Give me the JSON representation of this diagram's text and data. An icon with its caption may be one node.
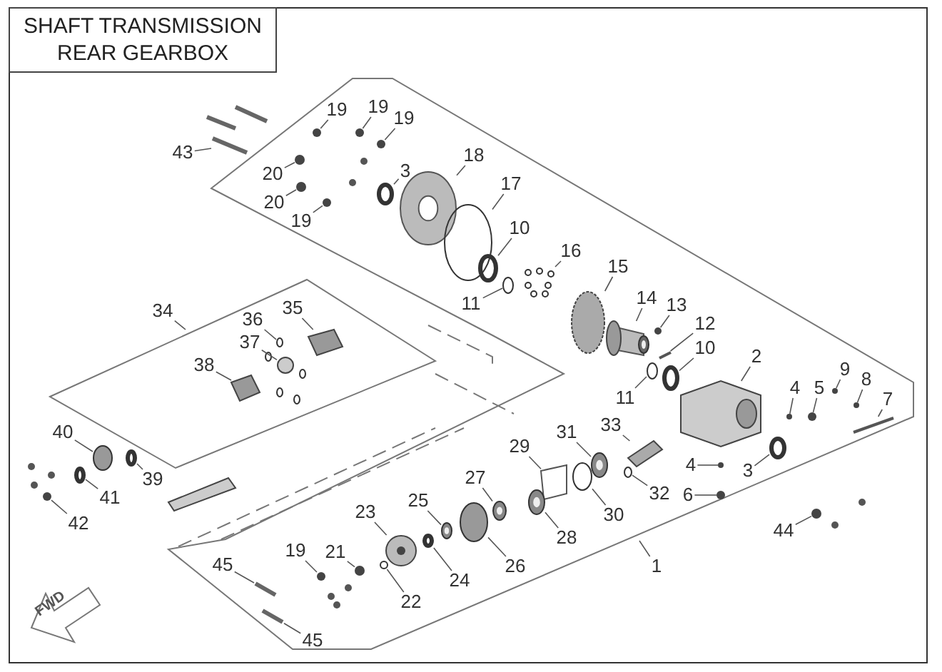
{
  "diagram": {
    "title": "SHAFT TRANSMISSION REAR GEARBOX",
    "nodes": [
      {
        "text": [
          "19"
        ]
      },
      {
        "text": [
          "19"
        ]
      },
      {
        "text": [
          "19"
        ]
      },
      {
        "text": [
          "43"
        ]
      },
      {
        "text": [
          "20"
        ]
      },
      {
        "text": [
          "3"
        ]
      },
      {
        "text": [
          "18"
        ]
      },
      {
        "text": [
          "20"
        ]
      },
      {
        "text": [
          "17"
        ]
      },
      {
        "text": [
          "19"
        ]
      },
      {
        "text": [
          "10"
        ]
      },
      {
        "text": [
          "16"
        ]
      },
      {
        "text": [
          "15"
        ]
      },
      {
        "text": [
          "11"
        ]
      },
      {
        "text": [
          "14"
        ]
      },
      {
        "text": [
          "13"
        ]
      },
      {
        "text": [
          "34"
        ]
      },
      {
        "text": [
          "35"
        ]
      },
      {
        "text": [
          "36"
        ]
      },
      {
        "text": [
          "12"
        ]
      },
      {
        "text": [
          "37"
        ]
      },
      {
        "text": [
          "10"
        ]
      },
      {
        "text": [
          "2"
        ]
      },
      {
        "text": [
          "38"
        ]
      },
      {
        "text": [
          "9"
        ]
      },
      {
        "text": [
          "4"
        ]
      },
      {
        "text": [
          "5"
        ]
      },
      {
        "text": [
          "8"
        ]
      },
      {
        "text": [
          "7"
        ]
      },
      {
        "text": [
          "11"
        ]
      },
      {
        "text": [
          "33"
        ]
      },
      {
        "text": [
          "40"
        ]
      },
      {
        "text": [
          "31"
        ]
      },
      {
        "text": [
          "29"
        ]
      },
      {
        "text": [
          "4"
        ]
      },
      {
        "text": [
          "3"
        ]
      },
      {
        "text": [
          "39"
        ]
      },
      {
        "text": [
          "27"
        ]
      },
      {
        "text": [
          "32"
        ]
      },
      {
        "text": [
          "6"
        ]
      },
      {
        "text": [
          "41"
        ]
      },
      {
        "text": [
          "25"
        ]
      },
      {
        "text": [
          "23"
        ]
      },
      {
        "text": [
          "30"
        ]
      },
      {
        "text": [
          "42"
        ]
      },
      {
        "text": [
          "44"
        ]
      },
      {
        "text": [
          "28"
        ]
      },
      {
        "text": [
          "21"
        ]
      },
      {
        "text": [
          "19"
        ]
      },
      {
        "text": [
          "45"
        ]
      },
      {
        "text": [
          "26"
        ]
      },
      {
        "text": [
          "1"
        ]
      },
      {
        "text": [
          "24"
        ]
      },
      {
        "text": [
          "22"
        ]
      },
      {
        "text": [
          "45"
        ]
      },
      {
        "text": [],
        "shape": "circle"
      },
      {
        "text": [],
        "shape": "circle"
      },
      {
        "text": [],
        "shape": "circle"
      },
      {
        "text": [],
        "shape": "bar"
      },
      {
        "text": [],
        "shape": "circle"
      },
      {
        "text": [],
        "shape": "circle"
      },
      {
        "text": [],
        "shape": "circle"
      },
      {
        "text": [],
        "shape": "circle"
      },
      {
        "text": [],
        "shape": "circle"
      },
      {
        "text": [],
        "shape": "circle"
      },
      {
        "text": [],
        "shape": "circle"
      },
      {
        "text": [],
        "shape": "picture"
      },
      {
        "text": [],
        "shape": "circle"
      },
      {
        "text": [],
        "shape": "circle"
      },
      {
        "text": [],
        "shape": "cylinder"
      },
      {
        "text": [],
        "shape": "circle"
      },
      {
        "text": [],
        "shape": "picture"
      },
      {
        "text": [],
        "shape": "circle"
      },
      {
        "text": [],
        "shape": "bar"
      },
      {
        "text": [],
        "shape": "circle"
      },
      {
        "text": [],
        "shape": "circle"
      },
      {
        "text": [],
        "shape": "picture"
      },
      {
        "text": [],
        "shape": "picture"
      },
      {
        "text": [],
        "shape": "circle"
      },
      {
        "text": [],
        "shape": "circle"
      },
      {
        "text": [],
        "shape": "circle"
      },
      {
        "text": [],
        "shape": "circle"
      },
      {
        "text": [],
        "shape": "bar"
      },
      {
        "text": [],
        "shape": "circle"
      },
      {
        "text": [],
        "shape": "picture"
      },
      {
        "text": [],
        "shape": "circle"
      },
      {
        "text": [],
        "shape": "circle"
      },
      {
        "text": [],
        "shape": "box"
      },
      {
        "text": [],
        "shape": "circle"
      },
      {
        "text": [],
        "shape": "circle"
      },
      {
        "text": [],
        "shape": "circle"
      },
      {
        "text": [],
        "shape": "circle"
      },
      {
        "text": [],
        "shape": "circle"
      },
      {
        "text": [],
        "shape": "circle"
      },
      {
        "text": [],
        "shape": "circle"
      },
      {
        "text": [],
        "shape": "circle"
      },
      {
        "text": [],
        "shape": "circle"
      },
      {
        "text": [],
        "shape": "circle"
      },
      {
        "text": [],
        "shape": "circle"
      },
      {
        "text": [],
        "shape": "circle"
      },
      {
        "text": [],
        "shape": "circle"
      },
      {
        "text": [],
        "shape": "circle"
      },
      {
        "text": [],
        "shape": "circle"
      },
      {
        "text": [],
        "shape": "bar"
      },
      {
        "text": [],
        "shape": "circle"
      },
      {
        "text": [],
        "shape": "circle"
      },
      {
        "text": [],
        "shape": "circle"
      },
      {
        "text": [],
        "shape": "bar"
      }
    ],
    "edges": [
      {
        "from": 0,
        "to": 55,
        "arrow": "none"
      },
      {
        "from": 1,
        "to": 56,
        "arrow": "none"
      },
      {
        "from": 2,
        "to": 57,
        "arrow": "none"
      },
      {
        "from": 3,
        "to": 58,
        "arrow": "none"
      },
      {
        "from": 4,
        "to": 59,
        "arrow": "none"
      },
      {
        "from": 5,
        "to": 60,
        "arrow": "none"
      },
      {
        "from": 6,
        "to": 61,
        "arrow": "none"
      },
      {
        "from": 7,
        "to": 62,
        "arrow": "none"
      },
      {
        "from": 8,
        "to": 63,
        "arrow": "none"
      },
      {
        "from": 9,
        "to": 64,
        "arrow": "none"
      },
      {
        "from": 10,
        "to": 65,
        "arrow": "none"
      },
      {
        "from": 11,
        "to": 66,
        "arrow": "none"
      },
      {
        "from": 12,
        "to": 67,
        "arrow": "none"
      },
      {
        "from": 13,
        "to": 68,
        "arrow": "none"
      },
      {
        "from": 14,
        "to": 69,
        "arrow": "none"
      },
      {
        "from": 15,
        "to": 70,
        "arrow": "none"
      },
      {
        "from": 16,
        "to": null,
        "arrow": "none"
      },
      {
        "from": 17,
        "to": 71,
        "arrow": "none"
      },
      {
        "from": 18,
        "to": 72,
        "arrow": "none"
      },
      {
        "from": 19,
        "to": 73,
        "arrow": "none"
      },
      {
        "from": 20,
        "to": 74,
        "arrow": "none"
      },
      {
        "from": 21,
        "to": 75,
        "arrow": "none"
      },
      {
        "from": 22,
        "to": 76,
        "arrow": "none"
      },
      {
        "from": 23,
        "to": 77,
        "arrow": "none"
      },
      {
        "from": 24,
        "to": 78,
        "arrow": "none"
      },
      {
        "from": 25,
        "to": 79,
        "arrow": "none"
      },
      {
        "from": 26,
        "to": 80,
        "arrow": "none"
      },
      {
        "from": 27,
        "to": 81,
        "arrow": "none"
      },
      {
        "from": 28,
        "to": 82,
        "arrow": "none"
      },
      {
        "from": 29,
        "to": 83,
        "arrow": "none"
      },
      {
        "from": 30,
        "to": 84,
        "arrow": "none"
      },
      {
        "from": 31,
        "to": 85,
        "arrow": "none"
      },
      {
        "from": 32,
        "to": 86,
        "arrow": "none"
      },
      {
        "from": 33,
        "to": 87,
        "arrow": "none"
      },
      {
        "from": 34,
        "to": 88,
        "arrow": "none"
      },
      {
        "from": 35,
        "to": 89,
        "arrow": "none"
      },
      {
        "from": 36,
        "to": 90,
        "arrow": "none"
      },
      {
        "from": 37,
        "to": 91,
        "arrow": "none"
      },
      {
        "from": 38,
        "to": 92,
        "arrow": "none"
      },
      {
        "from": 39,
        "to": 93,
        "arrow": "none"
      },
      {
        "from": 40,
        "to": 94,
        "arrow": "none"
      },
      {
        "from": 41,
        "to": 95,
        "arrow": "none"
      },
      {
        "from": 42,
        "to": 96,
        "arrow": "none"
      },
      {
        "from": 43,
        "to": 97,
        "arrow": "none"
      },
      {
        "from": 44,
        "to": 98,
        "arrow": "none"
      },
      {
        "from": 45,
        "to": 99,
        "arrow": "none"
      },
      {
        "from": 46,
        "to": 100,
        "arrow": "none"
      },
      {
        "from": 47,
        "to": 101,
        "arrow": "none"
      },
      {
        "from": 48,
        "to": 102,
        "arrow": "none"
      },
      {
        "from": 49,
        "to": 103,
        "arrow": "none"
      },
      {
        "from": 50,
        "to": 104,
        "arrow": "none"
      },
      {
        "from": 51,
        "to": null,
        "arrow": "none"
      },
      {
        "from": 52,
        "to": 105,
        "arrow": "none"
      },
      {
        "from": 53,
        "to": 106,
        "arrow": "none"
      },
      {
        "from": 54,
        "to": 107,
        "arrow": "none"
      }
    ],
    "labels": [
      "FWD"
    ]
  }
}
